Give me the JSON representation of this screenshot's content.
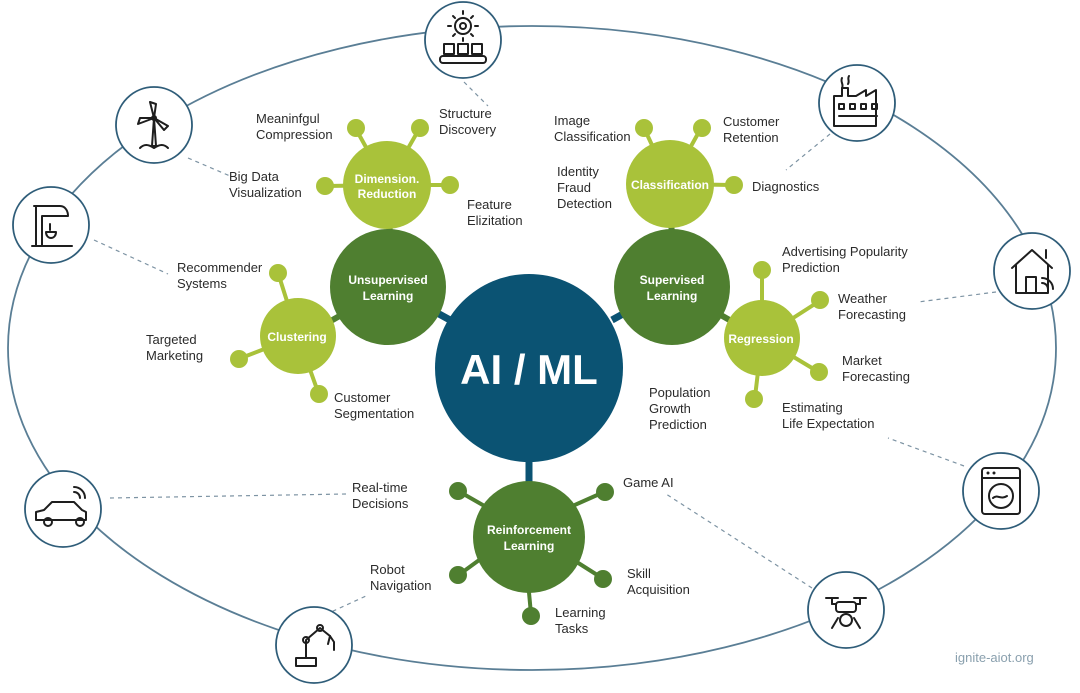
{
  "colors": {
    "center": "#0b5373",
    "dark_green": "#4f7f30",
    "light_green": "#a9c23a",
    "orbit": "#5a7e95",
    "icon_ring": "#2f5d79",
    "dashed": "#7d93a3",
    "text": "#2b2b2b",
    "watermark": "#8aa0ae"
  },
  "center": {
    "label": "AI / ML"
  },
  "categories": {
    "unsupervised": "Unsupervised Learning",
    "supervised": "Supervised Learning",
    "reinforcement": "Reinforcement Learning"
  },
  "subcategories": {
    "dimension_reduction": "Dimension. Reduction",
    "clustering": "Clustering",
    "classification": "Classification",
    "regression": "Regression"
  },
  "applications": {
    "meaningful_compression": "Meaninfgul Compression",
    "structure_discovery": "Structure Discovery",
    "big_data_visualization": "Big Data Visualization",
    "feature_elicitation": "Feature Elizitation",
    "recommender_systems": "Recommender Systems",
    "targeted_marketing": "Targeted Marketing",
    "customer_segmentation": "Customer Segmentation",
    "image_classification": "Image Classification",
    "customer_retention": "Customer Retention",
    "identity_fraud_detection": "Identity Fraud Detection",
    "diagnostics": "Diagnostics",
    "advertising_popularity_prediction": "Advertising Popularity Prediction",
    "weather_forecasting": "Weather Forecasting",
    "market_forecasting": "Market Forecasting",
    "population_growth_prediction": "Population Growth Prediction",
    "estimating_life_expectation": "Estimating Life Expectation",
    "real_time_decisions": "Real-time Decisions",
    "game_ai": "Game AI",
    "robot_navigation": "Robot Navigation",
    "skill_acquisition": "Skill Acquisition",
    "learning_tasks": "Learning Tasks"
  },
  "icons": [
    "factory-gears-icon",
    "industry-building-icon",
    "smart-home-icon",
    "washing-machine-icon",
    "drone-icon",
    "robot-arm-icon",
    "connected-car-icon",
    "stand-mixer-icon",
    "wind-turbine-icon"
  ],
  "watermark": "ignite-aiot.org"
}
